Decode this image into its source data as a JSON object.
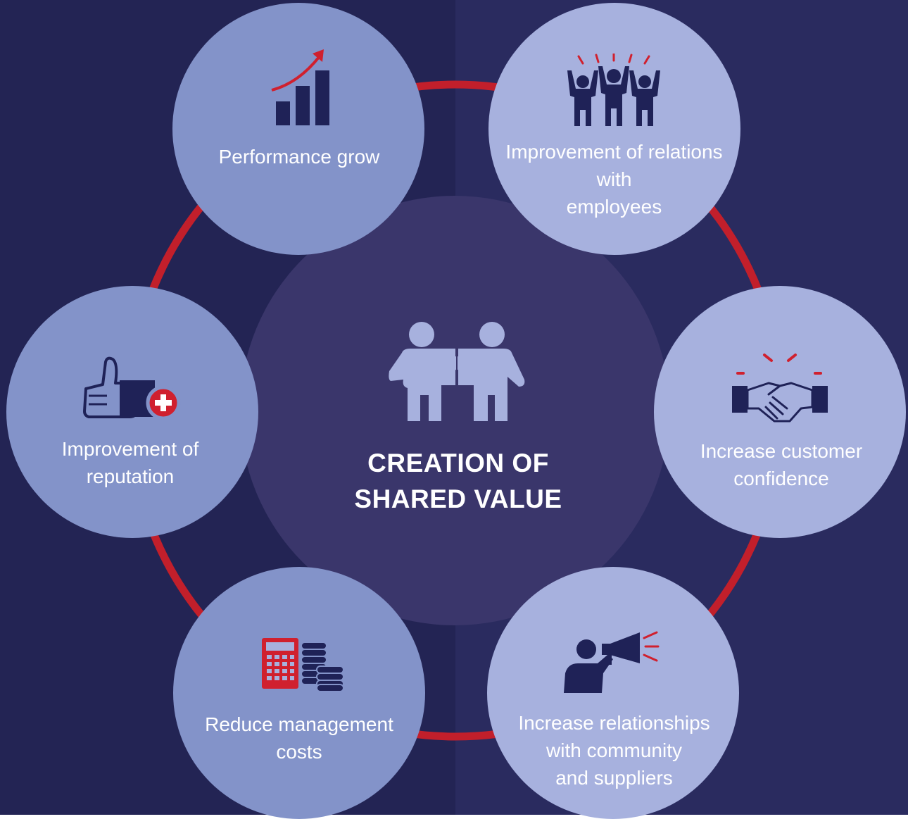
{
  "colors": {
    "background_left": "#232454",
    "background_right": "#2a2b5f",
    "center_circle": "#3a366b",
    "ring": "#c21f2b",
    "node_left": "#8393c9",
    "node_right": "#a7b1de",
    "icon_dark": "#1f2257",
    "icon_red": "#d0202e",
    "icon_light": "#a7b1de"
  },
  "center": {
    "title": "CREATION OF\nSHARED VALUE",
    "icon": "puzzle-people-icon"
  },
  "nodes": [
    {
      "id": "performance",
      "label": "Performance grow",
      "icon": "growth-chart-icon"
    },
    {
      "id": "employees",
      "label": "Improvement of relations\nwith\nemployees",
      "icon": "cheering-people-icon"
    },
    {
      "id": "customer",
      "label": "Increase customer\nconfidence",
      "icon": "handshake-icon"
    },
    {
      "id": "community",
      "label": "Increase relationships\nwith community\nand suppliers",
      "icon": "megaphone-person-icon"
    },
    {
      "id": "costs",
      "label": "Reduce management\ncosts",
      "icon": "calculator-coins-icon"
    },
    {
      "id": "reputation",
      "label": "Improvement of\nreputation",
      "icon": "thumbs-up-plus-icon"
    }
  ]
}
